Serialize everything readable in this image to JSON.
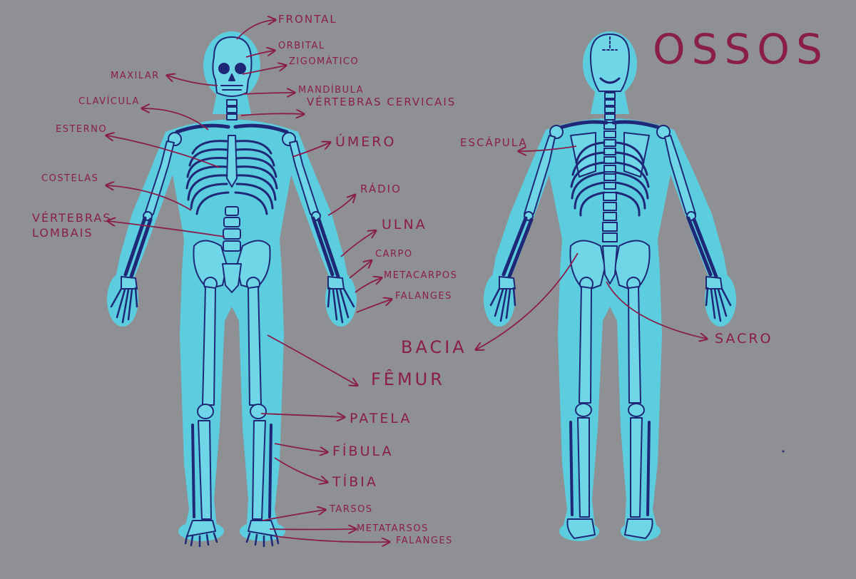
{
  "colors": {
    "background": "#8f9093",
    "body_fill": "#5cccdf",
    "bone_fill": "#6fd6e8",
    "bone_line": "#1e2877",
    "label": "#8a1e4a"
  },
  "title": "OSSOS",
  "labels": {
    "frontal": "FRONTAL",
    "orbital": "ORBITAL",
    "zigomatico": "ZIGOMÁTICO",
    "maxilar": "MAXILAR",
    "mandibula": "MANDÍBULA",
    "clavicula": "CLAVÍCULA",
    "vertebras_cervicais": "VÉRTEBRAS CERVICAIS",
    "esterno": "ESTERNO",
    "umero": "ÚMERO",
    "costelas": "COSTELAS",
    "radio": "RÁDIO",
    "vertebras_lombais_1": "VÉRTEBRAS",
    "vertebras_lombais_2": "LOMBAIS",
    "ulna": "ULNA",
    "carpo": "CARPO",
    "metacarpos": "METACARPOS",
    "falanges_mao": "FALANGES",
    "bacia": "BACIA",
    "femur": "FÊMUR",
    "patela": "PATELA",
    "fibula": "FÍBULA",
    "tibia": "TÍBIA",
    "tarsos": "TARSOS",
    "metatarsos": "METATARSOS",
    "falanges_pe": "FALANGES",
    "escapula": "ESCÁPULA",
    "sacro": "SACRO"
  }
}
